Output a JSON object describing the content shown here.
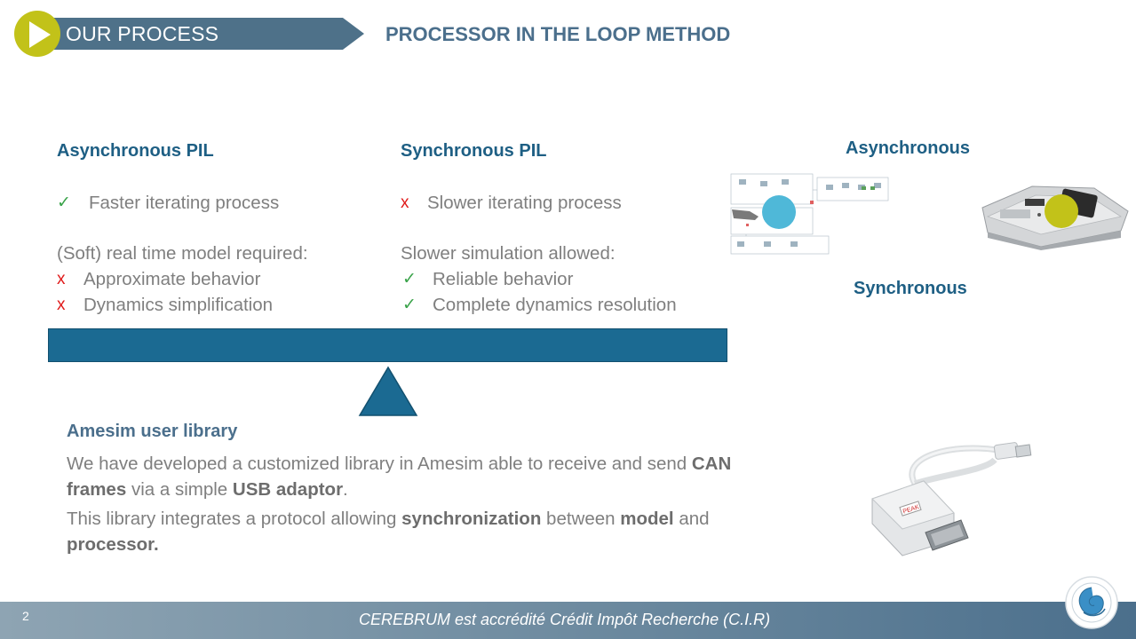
{
  "header": {
    "section_label": "OUR PROCESS",
    "title": "PROCESSOR IN THE LOOP METHOD"
  },
  "left_column": {
    "title": "Asynchronous PIL",
    "pro": "Faster iterating process",
    "requirement": "(Soft) real time model required:",
    "cons": [
      "Approximate behavior",
      "Dynamics simplification"
    ]
  },
  "middle_column": {
    "title": "Synchronous PIL",
    "con": "Slower iterating process",
    "allowance": "Slower simulation allowed:",
    "pros": [
      "Reliable behavior",
      "Complete dynamics resolution"
    ]
  },
  "marks": {
    "check": "✓",
    "cross": "x"
  },
  "right_panel": {
    "async_label": "Asynchronous",
    "sync_label": "Synchronous"
  },
  "library": {
    "title": "Amesim user library",
    "p1": {
      "a": "We have developed a customized library in Amesim able to receive and send ",
      "b1": "CAN frames",
      "c": " via a simple ",
      "b2": "USB adaptor",
      "d": "."
    },
    "p2": {
      "a": "This library integrates a protocol allowing ",
      "b1": "synchronization",
      "c": " between ",
      "b2": "model",
      "d": " and ",
      "b3": "processor."
    }
  },
  "adapter_brand": "PEAK",
  "footer": {
    "page_number": "2",
    "text": "CEREBRUM  est accrédité Crédit Impôt Recherche (C.I.R)"
  },
  "colors": {
    "banner": "#4e7189",
    "accent_yellow": "#c2c219",
    "title_blue": "#1e5f84",
    "beam": "#1b6a92",
    "check_green": "#3aa34a",
    "cross_red": "#e01b1b",
    "marker_cyan": "#4fb8d8"
  }
}
